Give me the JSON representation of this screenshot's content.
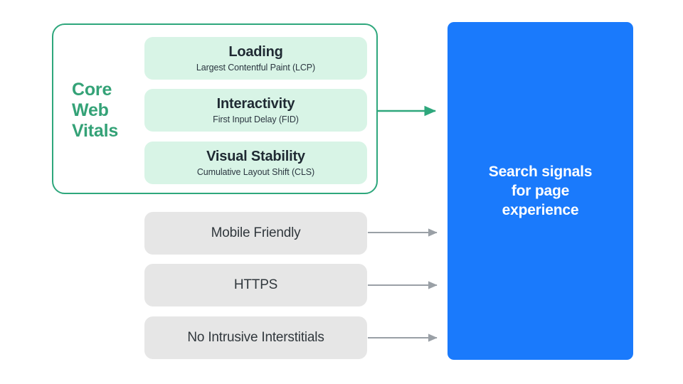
{
  "diagram": {
    "title": "Core Web Vitals and search signals for page experience",
    "background_color": "#FFFFFF",
    "core_web_vitals": {
      "label": "Core\nWeb\nVitals",
      "label_color": "#34A277",
      "border_color": "#2EA77C",
      "card_color": "#D8F4E6",
      "metrics": [
        {
          "title": "Loading",
          "subtitle": "Largest Contentful Paint (LCP)"
        },
        {
          "title": "Interactivity",
          "subtitle": "First Input Delay (FID)"
        },
        {
          "title": "Visual Stability",
          "subtitle": "Cumulative Layout Shift (CLS)"
        }
      ]
    },
    "other_signals": {
      "box_color": "#E6E6E6",
      "items": [
        {
          "label": "Mobile Friendly"
        },
        {
          "label": "HTTPS"
        },
        {
          "label": "No Intrusive Interstitials"
        }
      ]
    },
    "outcome_panel": {
      "text": "Search signals\nfor page\nexperience",
      "background_color": "#1A7AFC",
      "text_color": "#FFFFFF"
    },
    "connectors": {
      "core_web_vitals_arrow_color": "#2EA77C",
      "signal_arrow_color": "#9AA0A6"
    }
  }
}
